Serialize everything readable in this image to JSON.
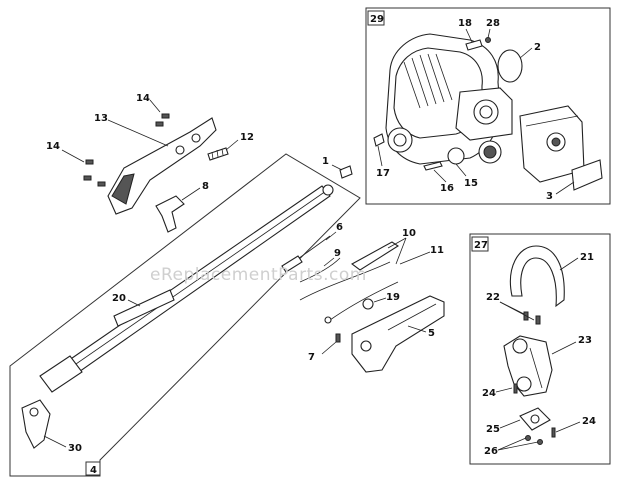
{
  "watermark": "eReplacementParts.com",
  "boxes": {
    "engine": "29",
    "handle": "27",
    "shaft": "4"
  },
  "labels": {
    "p1": "1",
    "p2": "2",
    "p3": "3",
    "p5": "5",
    "p6": "6",
    "p7": "7",
    "p8": "8",
    "p9": "9",
    "p10": "10",
    "p11": "11",
    "p12": "12",
    "p13": "13",
    "p14a": "14",
    "p14b": "14",
    "p15": "15",
    "p16": "16",
    "p17": "17",
    "p18": "18",
    "p19": "19",
    "p20": "20",
    "p21": "21",
    "p22": "22",
    "p23": "23",
    "p24a": "24",
    "p24b": "24",
    "p25": "25",
    "p26": "26",
    "p28": "28",
    "p30": "30"
  }
}
